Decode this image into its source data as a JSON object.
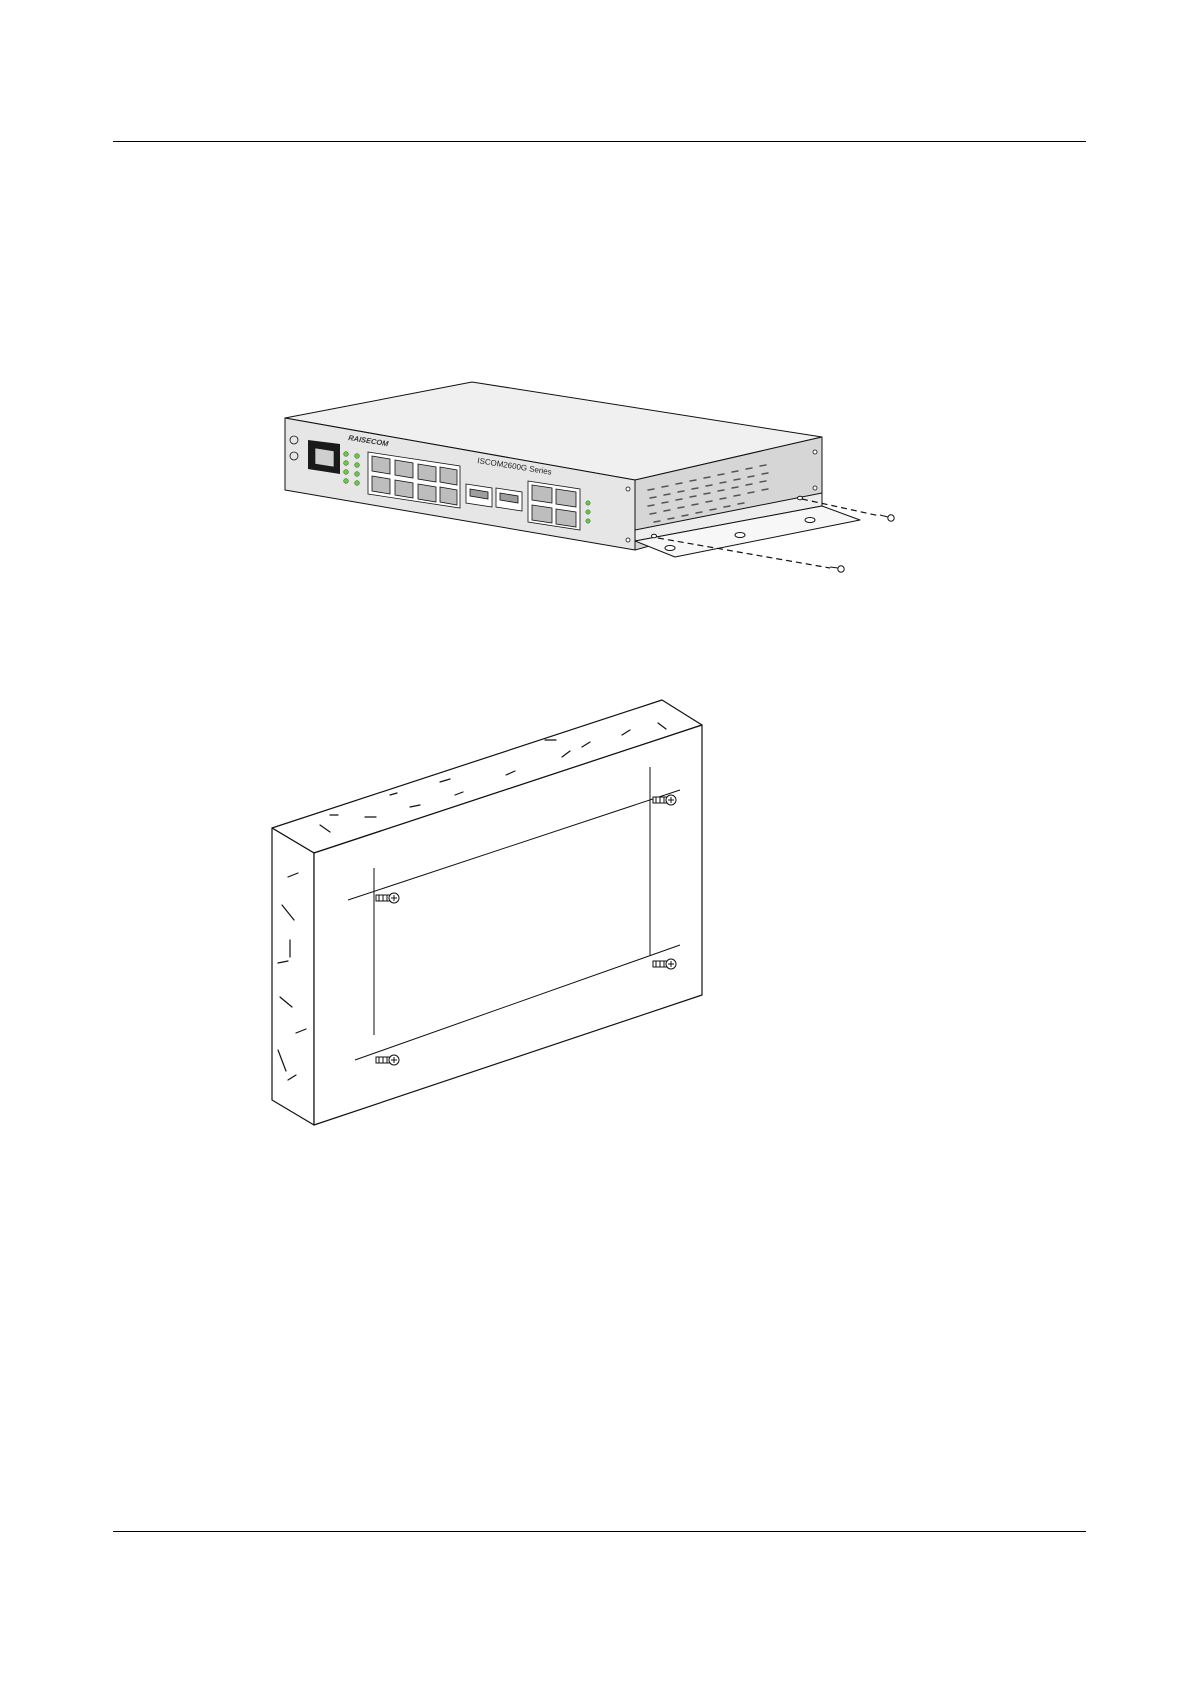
{
  "figures": {
    "switch_mounting": {
      "brand_logo": "RAISECOM",
      "model_label": "ISCOM2600G Series",
      "led_color": "#6cc24a",
      "chassis_color": "#e6e6e6"
    },
    "wall_mounting": {
      "wall_color": "#ffffff",
      "screw_count": 4
    }
  }
}
